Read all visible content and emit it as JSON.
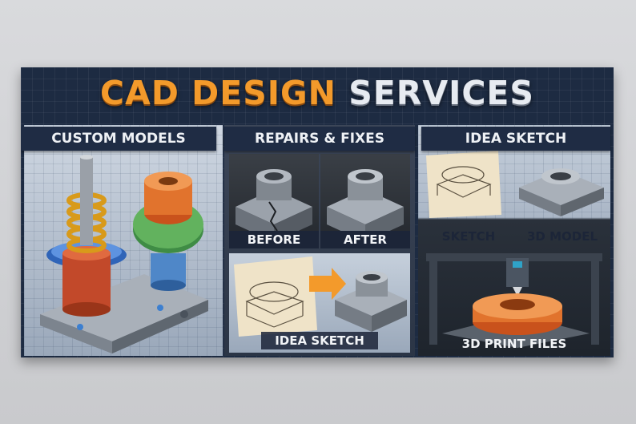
{
  "title": {
    "highlight": "CAD DESIGN",
    "rest": "SERVICES"
  },
  "sections": {
    "custom_models": {
      "label": "CUSTOM MODELS"
    },
    "repairs_fixes": {
      "label": "REPAIRS & FIXES",
      "before": "BEFORE",
      "after": "AFTER",
      "idea_sketch": "IDEA SKETCH"
    },
    "idea_sketch": {
      "label": "IDEA SKETCH",
      "sketch": "SKETCH",
      "model": "3D MODEL",
      "print": "3D PRINT FILES"
    }
  },
  "colors": {
    "accent": "#f39a2b",
    "navy": "#1f2c44",
    "steel": "#9aa0a8"
  }
}
